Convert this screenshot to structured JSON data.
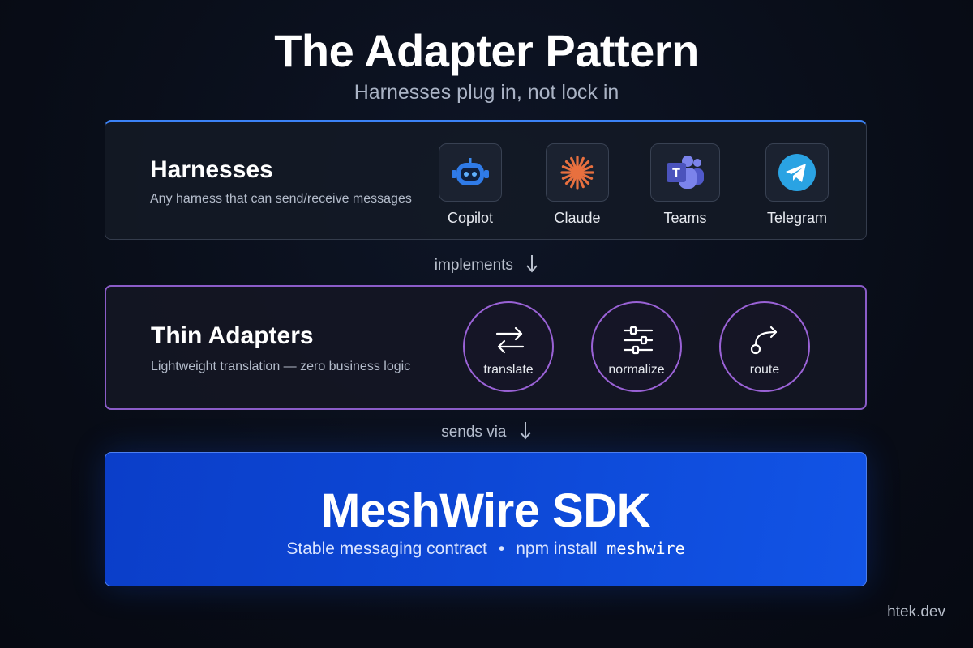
{
  "title": "The Adapter Pattern",
  "subtitle": "Harnesses plug in, not lock in",
  "harnesses": {
    "title": "Harnesses",
    "description": "Any harness that can send/receive messages",
    "items": [
      {
        "label": "Copilot",
        "icon": "robot-icon"
      },
      {
        "label": "Claude",
        "icon": "claude-burst-icon"
      },
      {
        "label": "Teams",
        "icon": "teams-icon"
      },
      {
        "label": "Telegram",
        "icon": "telegram-icon"
      }
    ]
  },
  "connector1": "implements",
  "adapters": {
    "title": "Thin Adapters",
    "description": "Lightweight translation — zero business logic",
    "ops": [
      {
        "label": "translate",
        "icon": "swap-arrows-icon"
      },
      {
        "label": "normalize",
        "icon": "sliders-icon"
      },
      {
        "label": "route",
        "icon": "route-icon"
      }
    ]
  },
  "connector2": "sends via",
  "sdk": {
    "title": "MeshWire SDK",
    "subtitle_text": "Stable messaging contract",
    "separator": "•",
    "install_text": "npm install",
    "install_package": "meshwire"
  },
  "brand": "htek.dev",
  "colors": {
    "background": "#080c16",
    "harness_accent": "#3b82f6",
    "adapter_accent": "#8b5cc8",
    "sdk_blue": "#0d48d6"
  }
}
